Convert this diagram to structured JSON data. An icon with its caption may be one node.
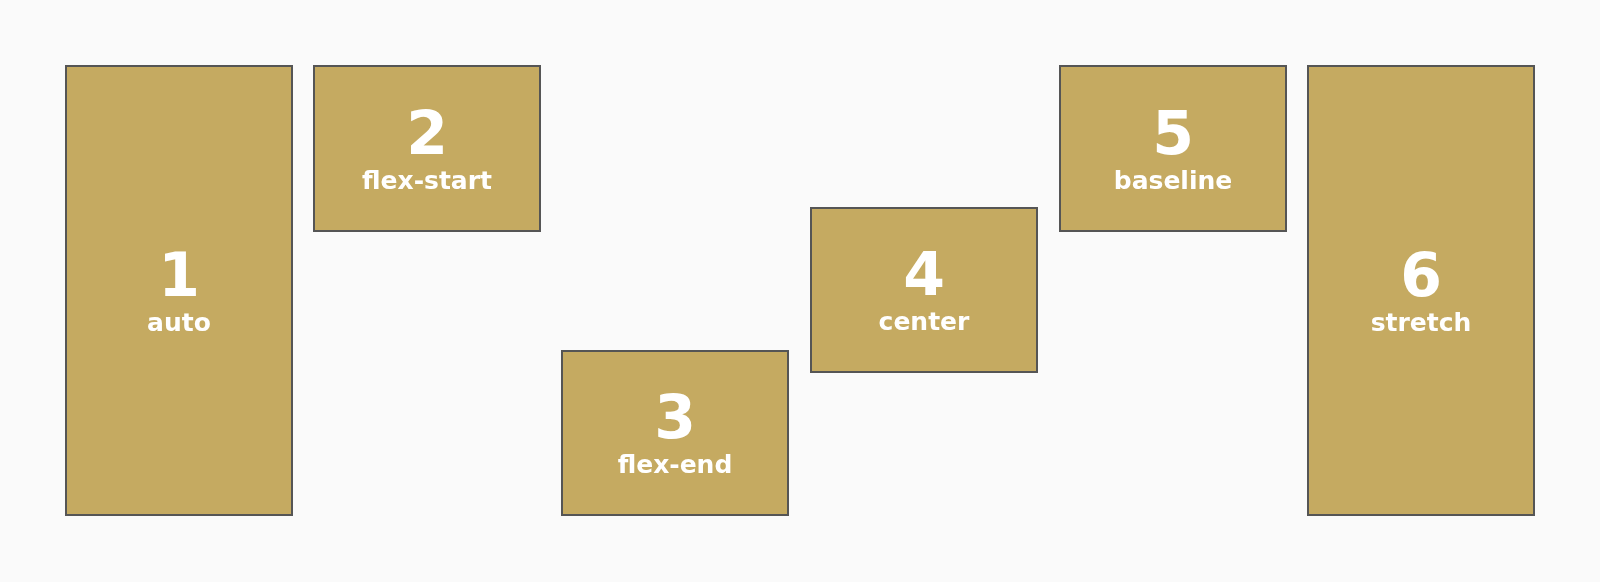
{
  "diagram": {
    "nodes": [
      {
        "text": [
          "1",
          "auto"
        ]
      },
      {
        "text": [
          "2",
          "flex-start"
        ]
      },
      {
        "text": [
          "3",
          "flex-end"
        ]
      },
      {
        "text": [
          "4",
          "center"
        ]
      },
      {
        "text": [
          "5",
          "baseline"
        ]
      },
      {
        "text": [
          "6",
          "stretch"
        ]
      }
    ]
  }
}
